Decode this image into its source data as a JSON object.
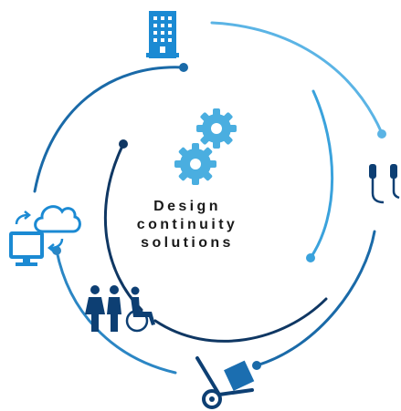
{
  "center_label": {
    "line1": "Design",
    "line2": "continuity",
    "line3": "solutions"
  },
  "icons": [
    "building-icon",
    "gears-icon",
    "headset-icon",
    "cloud-computer-icon",
    "people-icon",
    "hand-truck-icon"
  ],
  "colors": {
    "light_blue": "#5bb4e5",
    "mid_blue": "#2b86c4",
    "blue": "#1a6aa8",
    "navy": "#0f3763",
    "icon_blue": "#1b8ad3",
    "icon_navy": "#0d3f73",
    "text": "#1a1a1a"
  }
}
